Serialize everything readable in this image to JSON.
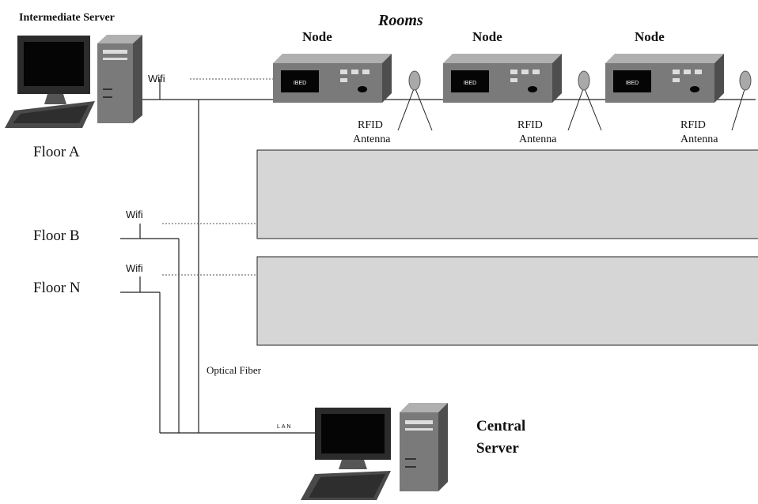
{
  "labels": {
    "intermediate_server": "Intermediate Server",
    "rooms": "Rooms",
    "floor_a": "Floor A",
    "floor_b": "Floor B",
    "floor_n": "Floor N",
    "optical_fiber": "Optical Fiber",
    "central_server_line1": "Central",
    "central_server_line2": "Server",
    "lan": "LAN",
    "wifi": "Wifi"
  },
  "nodes": [
    {
      "title": "Node",
      "display": "IBED",
      "antenna_line1": "RFID",
      "antenna_line2": "Antenna"
    },
    {
      "title": "Node",
      "display": "IBED",
      "antenna_line1": "RFID",
      "antenna_line2": "Antenna"
    },
    {
      "title": "Node",
      "display": "IBED",
      "antenna_line1": "RFID",
      "antenna_line2": "Antenna"
    }
  ],
  "colors": {
    "device_body": "#7a7a7a",
    "device_top": "#b0b0b0",
    "device_side": "#4e4e4e",
    "screen": "#050505",
    "room_fill": "#d6d6d6",
    "line": "#222222"
  }
}
